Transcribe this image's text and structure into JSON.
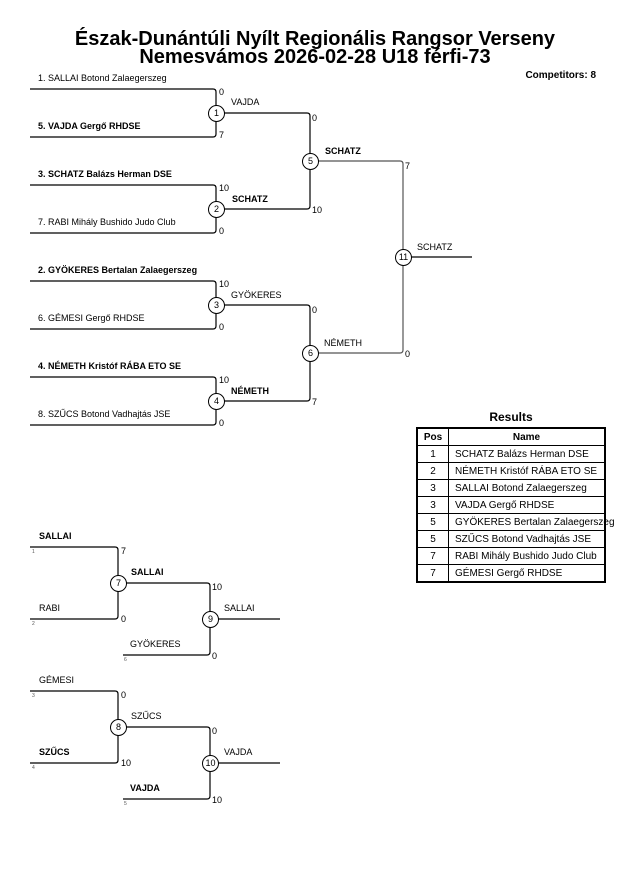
{
  "header": {
    "title_line1": "Észak-Dunántúli Nyílt Regionális Rangsor Verseny",
    "title_line2": "Nemesvámos 2026-02-28 U18 férfi-73",
    "competitors": "Competitors: 8"
  },
  "entries": [
    {
      "label": "1. SALLAI Botond Zalaegerszeg",
      "bold": false
    },
    {
      "label": "5. VAJDA Gergő RHDSE",
      "bold": true
    },
    {
      "label": "3. SCHATZ Balázs Herman DSE",
      "bold": true
    },
    {
      "label": "7. RABI Mihály Bushido Judo Club",
      "bold": false
    },
    {
      "label": "2. GYÖKERES Bertalan Zalaegerszeg",
      "bold": true
    },
    {
      "label": "6. GÉMESI Gergő RHDSE",
      "bold": false
    },
    {
      "label": "4. NÉMETH Kristóf RÁBA ETO SE",
      "bold": true
    },
    {
      "label": "8. SZŰCS Botond Vadhajtás JSE",
      "bold": false
    }
  ],
  "main_bracket": {
    "round1": [
      {
        "match": "1",
        "winner": "VAJDA",
        "winner_bold": false,
        "score_top": "0",
        "score_bottom": "7"
      },
      {
        "match": "2",
        "winner": "SCHATZ",
        "winner_bold": true,
        "score_top": "10",
        "score_bottom": "0"
      },
      {
        "match": "3",
        "winner": "GYÖKERES",
        "winner_bold": false,
        "score_top": "10",
        "score_bottom": "0"
      },
      {
        "match": "4",
        "winner": "NÉMETH",
        "winner_bold": true,
        "score_top": "10",
        "score_bottom": "0"
      }
    ],
    "round2": [
      {
        "match": "5",
        "winner": "SCHATZ",
        "winner_bold": true,
        "score_top": "0",
        "score_bottom": "10"
      },
      {
        "match": "6",
        "winner": "NÉMETH",
        "winner_bold": false,
        "score_top": "0",
        "score_bottom": "7"
      }
    ],
    "final": {
      "match": "11",
      "winner": "SCHATZ",
      "winner_bold": false,
      "score_top": "7",
      "score_bottom": "0"
    }
  },
  "repechage": [
    {
      "first": {
        "match": "7",
        "top": {
          "name": "SALLAI",
          "seed": "1",
          "bold": true,
          "score": "7"
        },
        "bottom": {
          "name": "RABI",
          "seed": "2",
          "bold": false,
          "score": "0"
        },
        "winner": "SALLAI",
        "winner_bold": true
      },
      "second": {
        "match": "9",
        "top_score": "10",
        "bottom": {
          "name": "GYÖKERES",
          "seed": "6",
          "bold": false,
          "score": "0"
        },
        "winner": "SALLAI",
        "winner_bold": false
      }
    },
    {
      "first": {
        "match": "8",
        "top": {
          "name": "GÉMESI",
          "seed": "3",
          "bold": false,
          "score": "0"
        },
        "bottom": {
          "name": "SZŰCS",
          "seed": "4",
          "bold": true,
          "score": "10"
        },
        "winner": "SZŰCS",
        "winner_bold": false
      },
      "second": {
        "match": "10",
        "top_score": "0",
        "bottom": {
          "name": "VAJDA",
          "seed": "5",
          "bold": true,
          "score": "10"
        },
        "winner": "VAJDA",
        "winner_bold": false
      }
    }
  ],
  "results": {
    "title": "Results",
    "headers": {
      "pos": "Pos",
      "name": "Name"
    },
    "rows": [
      {
        "pos": "1",
        "name": "SCHATZ Balázs Herman DSE"
      },
      {
        "pos": "2",
        "name": "NÉMETH Kristóf RÁBA ETO SE"
      },
      {
        "pos": "3",
        "name": "SALLAI Botond Zalaegerszeg"
      },
      {
        "pos": "3",
        "name": "VAJDA Gergő RHDSE"
      },
      {
        "pos": "5",
        "name": "GYÖKERES Bertalan Zalaegerszeg"
      },
      {
        "pos": "5",
        "name": "SZŰCS Botond Vadhajtás JSE"
      },
      {
        "pos": "7",
        "name": "RABI Mihály Bushido Judo Club"
      },
      {
        "pos": "7",
        "name": "GÉMESI Gergő RHDSE"
      }
    ]
  }
}
